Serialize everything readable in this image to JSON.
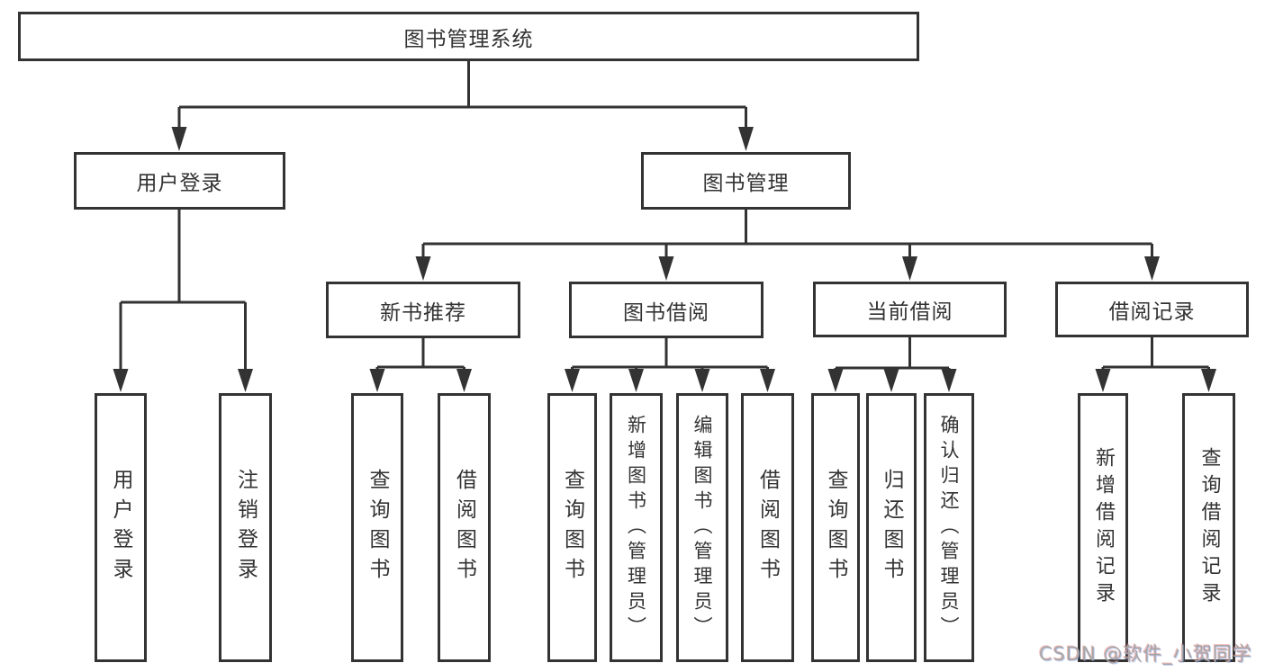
{
  "colors": {
    "line": "#333333",
    "box_border": "#333333",
    "box_background": "#ffffff",
    "text": "#333333",
    "watermark": "#a6a6a6"
  },
  "watermark": {
    "text": "CSDN @软件_小贺同学"
  },
  "tree": {
    "root": {
      "label": "图书管理系统",
      "children": [
        {
          "label": "用户登录",
          "children": [
            {
              "label": "用户登录"
            },
            {
              "label": "注销登录"
            }
          ]
        },
        {
          "label": "图书管理",
          "children": [
            {
              "label": "新书推荐",
              "children": [
                {
                  "label": "查询图书"
                },
                {
                  "label": "借阅图书"
                }
              ]
            },
            {
              "label": "图书借阅",
              "children": [
                {
                  "label": "查询图书"
                },
                {
                  "label": "新增图书（管理员）"
                },
                {
                  "label": "编辑图书（管理员）"
                },
                {
                  "label": "借阅图书"
                }
              ]
            },
            {
              "label": "当前借阅",
              "children": [
                {
                  "label": "查询图书"
                },
                {
                  "label": "归还图书"
                },
                {
                  "label": "确认归还（管理员）"
                }
              ]
            },
            {
              "label": "借阅记录",
              "children": [
                {
                  "label": "新增借阅记录"
                },
                {
                  "label": "查询借阅记录"
                }
              ]
            }
          ]
        }
      ]
    }
  }
}
